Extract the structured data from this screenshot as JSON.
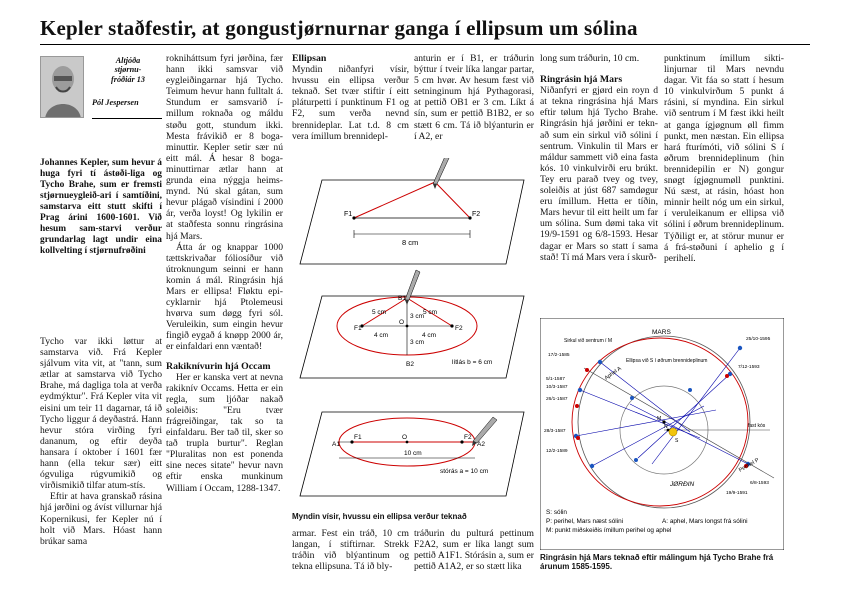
{
  "title": "Kepler staðfestir, at gongustjørnurnar ganga í ellipsum um sólina",
  "byline": {
    "series_lines": [
      "Altjóða",
      "stjørnu-",
      "fróðiár 13"
    ],
    "author": "Pól Jespersen"
  },
  "lead": "Johannes Kepler, sum hevur á huga fyri tí ástøði-liga og Tycho Brahe, sum er fremsti stjørnueygleið-ari í samtíðini, samstarva eitt stutt skifti í Prag árini 1600-1601. Við hesum sam-starvi verður grundarlag lagt undir eina kollvelting í stjørnufrøðini",
  "col1": [
    "Tycho var ikki løttur at samstarva við. Frá Kepler sjálvum vita vit, at \"tann, sum ætlar at samstarva við Tycho Brahe, má dagliga tola at verða eydmýktur\". Frá Kepler vita vit eisini um teir 11 dagarnar, tá ið Tycho liggur á deyðastrá. Hann hevur stóra virðing fyri dananum, og eftir deyða hansara í oktober í 1601 fær hann (ella tekur sær) eitt ógvuliga rúgvumikið og virðismikið tilfar atum-stís.",
    "Eftir at hava granskað rásina hjá jørðini og ávíst villurnar hjá Kopernikusi, fer Kepler nú í holt við Mars. Hóast hann brúkar sama"
  ],
  "col2": [
    "rokniháttsum fyri jørðina, fær hann ikki samsvar við eygleiðingarnar hjá Tycho. Teimum hevur hann fulltalt á. Stundum er samsvarið í-millum roknaða og máldu støðu gott, stundum ikki. Mesta frávikið er 8 boga-minuttir. Kepler setir sær nú eitt mál. Á hesar 8 boga-minuttirnar ætlar hann at grunda eina nýggja heims-mynd. Nú skal gátan, sum hevur plágað vísindini í 2000 ár, verða loyst! Og lykilin er at staðfesta sonnu ringrásina hjá Mars.",
    "Átta ár og knappar 1000 tættskrivaðar fóliosíður við útroknungum seinni er hann komin á mál. Ringrásin hjá Mars er ellipsa! Fløktu epi-cyklarnir hjá Ptolemeusi hvørva sum døgg fyri sól. Veruleikin, sum eingin hevur fingið eygað á knøpp 2000 ár, er einfaldari enn væntað!"
  ],
  "col2_heading": "Rakiknívurin hjá Occam",
  "col2_b": [
    "Her er kanska vert at nevna rakiknív Occams. Hetta er ein regla, sum ljóðar nakað soleiðis: \"Eru tvær frágreiðingar, tak so ta einfaldaru. Ber tað til, sker so tað trupla burtur\". Reglan \"Pluralitas non est ponenda sine neces sitate\" hevur navn eftir enska munkinum William í Occam, 1288-1347."
  ],
  "col3_heading": "Ellipsan",
  "col3": "Myndin niðanfyri vísir, hvussu ein ellipsa verður teknað. Set tvær stiftir í eitt pláturpetti í punktinum F1 og F2, sum verða nevnd brennideplar. Lat t.d. 8 cm vera ímillum brennidepl-",
  "col4": "anturin er í B1, er tráðurin býttur í tveir líka langar partar, 5 cm hvør. Av hesum fæst við setninginum hjá Pythagorasi, at pettið OB1 er 3 cm. Líkt á sín, sum er pettið B1B2, er so stætt 6 cm. Tá ið blýanturin er í A2, er",
  "col5_top": "long sum tráðurin, 10 cm.",
  "col5_heading": "Ringrásin hjá Mars",
  "col5": "Niðanfyri er gjørd ein royn d at tekna ringrásina hjá Mars eftir tølum hjá Tycho Brahe. Ringrásin hjá jørðini er tekn-að sum ein sirkul við sólini í sentrum. Vinkulin til Mars er máldur sammett við eina fasta kós. 10 vinkulvirði eru brúkt. Tey eru parað tvey og tvey, soleiðis at júst 687 samdøgur eru ímillum. Hetta er tíðin, Mars hevur til eitt heilt um far um sólina. Sum dømi taka vit 19/9-1591 og 6/8-1593. Hesar dagar er Mars so statt í sama stað! Tí má Mars vera í skurð-",
  "col6": "punktinum ímillum sikti-linjurnar til Mars nevndu dagar. Vit fáa so statt í hesum 10 vinkulvirðum 5 punkt á rásini, sí myndina. Ein sirkul við sentrum í M fæst ikki heilt at ganga ígjøgnum øll fimm punkt, men næstan. Ein ellipsa hará fturímóti, við sólini S í øðrum brennideplinum (hin brennidepilin er N) gongur snøgt ígjøgnumøll punktini. Nú sæst, at rásin, hóast hon minnir heilt nóg um ein sirkul, í veruleikanum er ellipsa við sólini í øðrum brennideplinum. Týðiligt er, at störur munur er á frá-støðuni í aphelio g í perihelí.",
  "bottom_col3": "armar. Fest ein tráð, 10 cm langan, í stiftirnar. Strekk tráðin við blýantinum og tekna ellipsuna. Tá ið bly-",
  "bottom_col4": "tráðurin du pulturá pettinum F2A2, sum er líka langt sum pettið A1F1. Stórásin a, sum er pettið A1A2, er so stætt lika",
  "fig1": {
    "caption": "Myndin vísir, hvussu ein ellipsa verður teknað",
    "label_8cm": "8 cm",
    "label_5cm_a": "5 cm",
    "label_5cm_b": "5 cm",
    "label_4cm_a": "4 cm",
    "label_4cm_b": "4 cm",
    "label_3cm_a": "3 cm",
    "label_3cm_b": "3 cm",
    "label_lill": "lítlás b = 6 cm",
    "label_10cm": "10 cm",
    "label_stor": "stórás a = 10 cm",
    "F1": "F1",
    "F2": "F2",
    "O": "O",
    "B1": "B1",
    "B2": "B2",
    "A1": "A1",
    "A2": "A2"
  },
  "fig2": {
    "caption": "Ringrásin hjá Mars teknað eftir málingum hjá Tycho Brahe frá árunum 1585-1595.",
    "mars": "MARS",
    "jordin": "JØRÐIN",
    "sirkul": "Sirkul við sentrum í M",
    "ellipsa": "Ellipsa við S í øðrum brennideplinum",
    "aphel": "Aphel A",
    "perihel": "Perihel P",
    "fast_kos": "fast kós",
    "dates_left": [
      "17/2-1585",
      "5/1-1587",
      "10/3-1587",
      "26/1-1587",
      "28/3-1587",
      "12/2-1589"
    ],
    "dates_right": [
      "25/10-1595",
      "7/12-1593",
      "6/8-1593",
      "19/9-1591"
    ],
    "S": "S",
    "M": "M",
    "N": "N",
    "legend": [
      "S:  sólin",
      "P:  perihel, Mars næst sólini",
      "A: aphel, Mars longst frá sólini",
      "M: punkt miðskeiðis ímillum perihel og aphel"
    ]
  }
}
